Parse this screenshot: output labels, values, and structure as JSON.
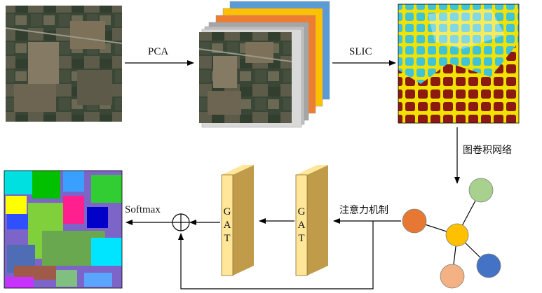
{
  "labels": {
    "pca": "PCA",
    "slic": "SLIC",
    "gcn": "图卷积网络",
    "attention": "注意力机制",
    "softmax": "Softmax",
    "gat1": "GAT",
    "gat2": "GAT"
  },
  "colors": {
    "pca_layers": [
      "#5b9bd5",
      "#ffc000",
      "#ed7d31",
      "#a5a5a5",
      "#bfbfbf",
      "#d9d9d9"
    ],
    "gat_front": "#ffe699",
    "gat_side": "#bf9b4a",
    "node_center": "#ffc000",
    "node_orange": "#e67834",
    "node_green": "#a9d18e",
    "node_blue": "#4472c4",
    "node_peach": "#f4b183"
  }
}
